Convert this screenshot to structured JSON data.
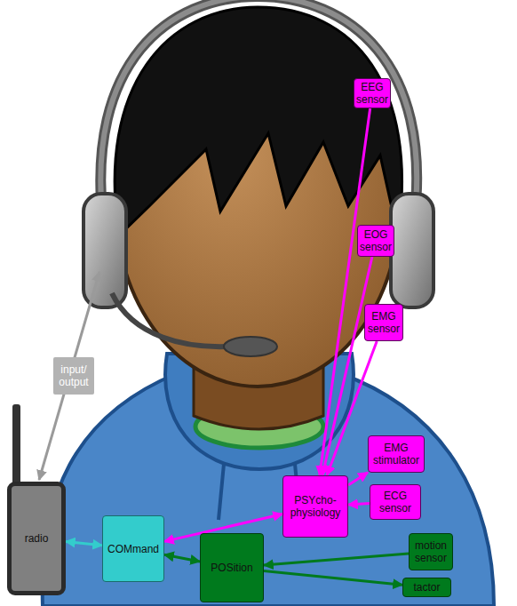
{
  "diagram": {
    "nodes": [
      {
        "text": [
          "EEG sensor"
        ]
      },
      {
        "text": [
          "EOG sensor"
        ]
      },
      {
        "text": [
          "EMG sensor"
        ]
      },
      {
        "text": [
          "input/ output"
        ]
      },
      {
        "text": [
          "EMG stimulator"
        ]
      },
      {
        "text": [
          "PSYcho- physiology"
        ]
      },
      {
        "text": [
          "ECG sensor"
        ]
      },
      {
        "text": [
          "radio"
        ]
      },
      {
        "text": [
          "COMmand"
        ]
      },
      {
        "text": [
          "POSition"
        ]
      },
      {
        "text": [
          "motion sensor"
        ]
      },
      {
        "text": [
          "tactor"
        ]
      }
    ],
    "edges": [
      {
        "from": 0,
        "to": 5,
        "arrow": "to"
      },
      {
        "from": 1,
        "to": 5,
        "arrow": "to"
      },
      {
        "from": 2,
        "to": 5,
        "arrow": "to"
      },
      {
        "from": 5,
        "to": 4,
        "arrow": "to"
      },
      {
        "from": 6,
        "to": 5,
        "arrow": "to"
      },
      {
        "from": 5,
        "to": 8,
        "arrow": "both"
      },
      {
        "from": 7,
        "to": 8,
        "arrow": "both"
      },
      {
        "from": 8,
        "to": 9,
        "arrow": "both"
      },
      {
        "from": 10,
        "to": 9,
        "arrow": "to"
      },
      {
        "from": 9,
        "to": 11,
        "arrow": "to"
      }
    ]
  }
}
